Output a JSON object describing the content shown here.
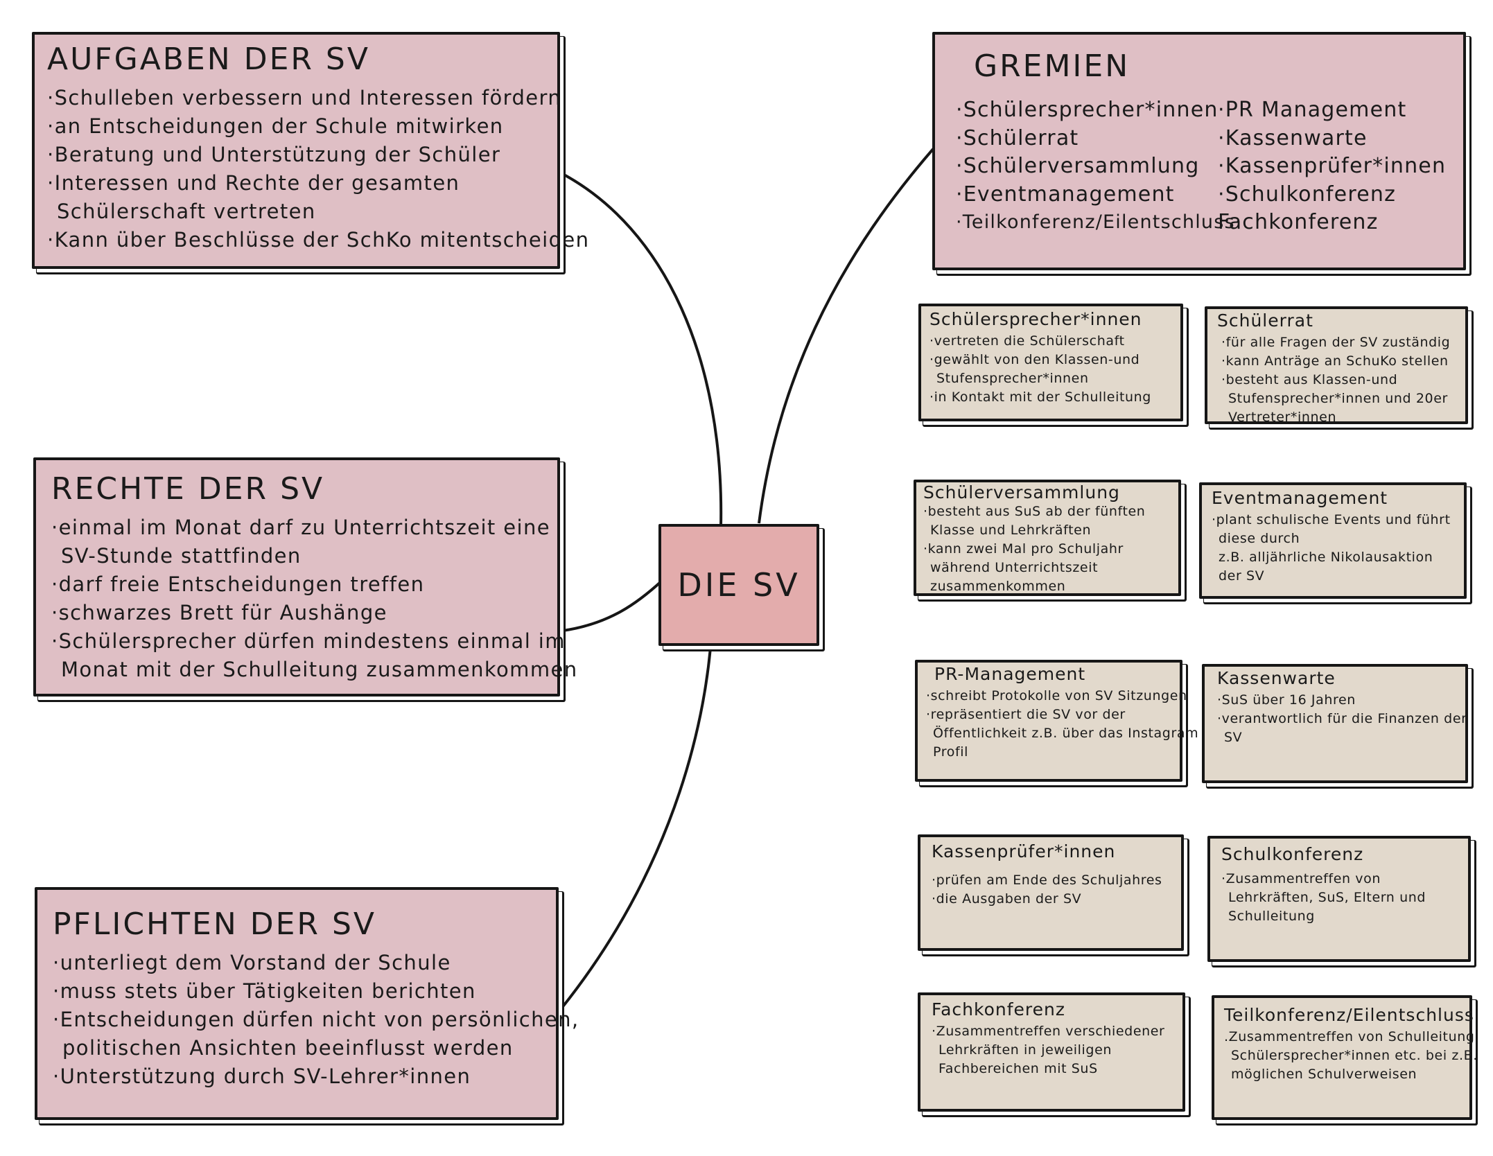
{
  "center": {
    "title": "DIE SV"
  },
  "aufgaben": {
    "title": "AUFGABEN DER SV",
    "lines": [
      "·Schulleben verbessern und Interessen fördern",
      "·an Entscheidungen der Schule mitwirken",
      "·Beratung und Unterstützung der Schüler",
      "·Interessen und Rechte der gesamten",
      "Schülerschaft vertreten",
      "·Kann über Beschlüsse der SchKo mitentscheiden"
    ]
  },
  "rechte": {
    "title": "RECHTE DER SV",
    "lines": [
      "·einmal im Monat darf zu Unterrichtszeit eine",
      "SV-Stunde stattfinden",
      "·darf freie Entscheidungen treffen",
      "·schwarzes Brett für Aushänge",
      "·Schülersprecher dürfen mindestens einmal im",
      "Monat mit der Schulleitung zusammenkommen"
    ]
  },
  "pflichten": {
    "title": "PFLICHTEN DER SV",
    "lines": [
      "·unterliegt dem Vorstand der Schule",
      "·muss stets über Tätigkeiten berichten",
      "·Entscheidungen dürfen nicht von persönlichen,",
      "politischen Ansichten beeinflusst werden",
      "·Unterstützung durch SV-Lehrer*innen"
    ]
  },
  "gremien": {
    "title": "GREMIEN",
    "left": [
      "·Schülersprecher*innen",
      "·Schülerrat",
      "·Schülerversammlung",
      "·Eventmanagement",
      "·Teilkonferenz/Eilentschluss·"
    ],
    "right": [
      "·PR Management",
      "·Kassenwarte",
      "·Kassenprüfer*innen",
      "·Schulkonferenz",
      "Fachkonferenz"
    ]
  },
  "boxes": {
    "schuelersprecher": {
      "title": "Schülersprecher*innen",
      "lines": [
        "·vertreten die Schülerschaft",
        "·gewählt von den Klassen-und",
        "Stufensprecher*innen",
        "·in Kontakt mit der Schulleitung"
      ]
    },
    "schuelerrat": {
      "title": "Schülerrat",
      "lines": [
        "·für alle Fragen der SV zuständig",
        "·kann Anträge an SchuKo stellen",
        "·besteht aus Klassen-und",
        "Stufensprecher*innen und 20er",
        "Vertreter*innen"
      ]
    },
    "schuelerversammlung": {
      "title": "Schülerversammlung",
      "lines": [
        "·besteht aus SuS ab der fünften",
        "Klasse und Lehrkräften",
        "·kann zwei Mal pro Schuljahr",
        "während Unterrichtszeit",
        "zusammenkommen"
      ]
    },
    "eventmanagement": {
      "title": "Eventmanagement",
      "lines": [
        "·plant schulische Events und führt",
        "diese durch",
        "z.B. alljährliche Nikolausaktion",
        "der SV"
      ]
    },
    "pr": {
      "title": "PR-Management",
      "lines": [
        "·schreibt Protokolle von SV Sitzungen",
        "·repräsentiert die SV vor der",
        "Öffentlichkeit z.B. über das Instagram",
        "Profil"
      ]
    },
    "kassenwarte": {
      "title": "Kassenwarte",
      "lines": [
        "·SuS über 16 Jahren",
        "·verantwortlich für die Finanzen der",
        "SV"
      ]
    },
    "kassenpruefer": {
      "title": "Kassenprüfer*innen",
      "lines": [
        "·prüfen am Ende des Schuljahres",
        "·die Ausgaben der SV"
      ]
    },
    "schulkonferenz": {
      "title": "Schulkonferenz",
      "lines": [
        "·Zusammentreffen von",
        "Lehrkräften, SuS, Eltern und",
        "Schulleitung"
      ]
    },
    "fachkonferenz": {
      "title": "Fachkonferenz",
      "lines": [
        "·Zusammentreffen verschiedener",
        "Lehrkräften in jeweiligen",
        "Fachbereichen mit SuS"
      ]
    },
    "teilkonferenz": {
      "title": "Teilkonferenz/Eilentschluss",
      "lines": [
        ".Zusammentreffen von Schulleitung,",
        "Schülersprecher*innen etc. bei z.B.",
        "möglichen Schulverweisen"
      ]
    }
  },
  "colors": {
    "pink": "#dfbfc5",
    "beige": "#e2d9cc",
    "center": "#e3acac",
    "ink": "#161616"
  }
}
